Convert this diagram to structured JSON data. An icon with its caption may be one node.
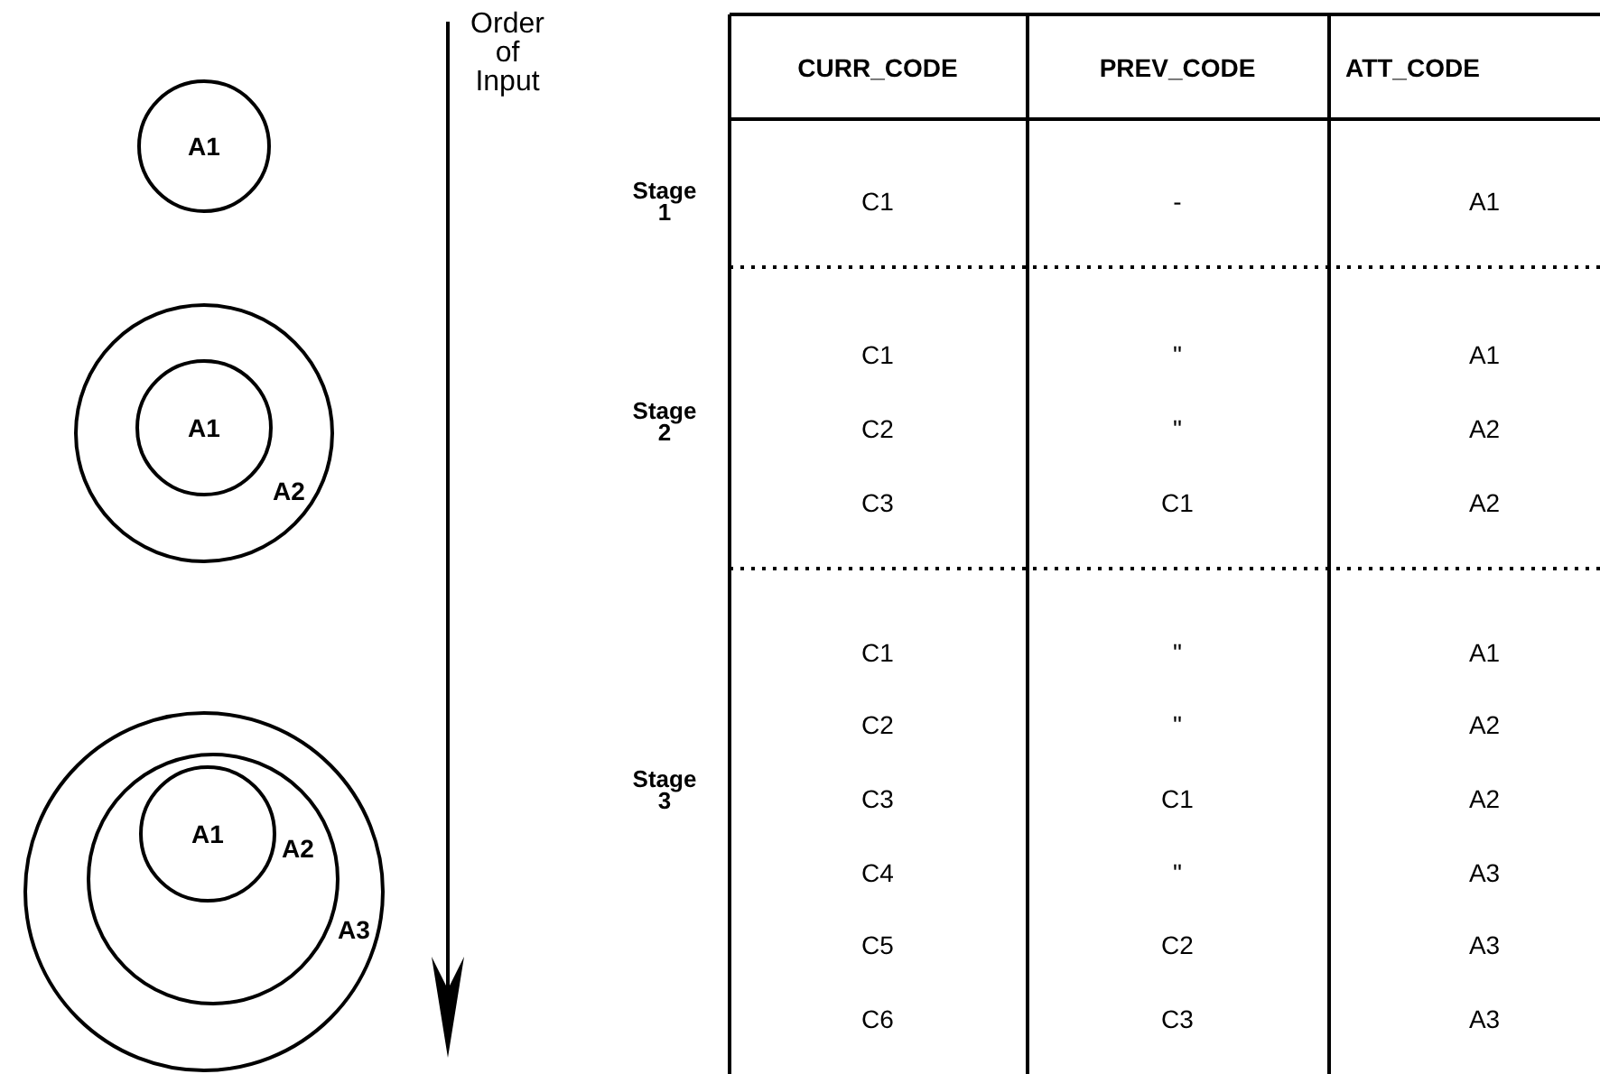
{
  "diagram": {
    "nodes": [
      {
        "text": [
          "A1"
        ]
      },
      {
        "text": [
          "A2"
        ]
      },
      {
        "text": [
          "A1"
        ],
        "in": 1
      },
      {
        "text": [
          "A3"
        ]
      },
      {
        "text": [
          "A2"
        ],
        "in": 3
      },
      {
        "text": [
          "A1"
        ],
        "in": 4
      }
    ],
    "edges": [],
    "labels": [
      "Order of Input",
      "CURR_CODE",
      "PREV_CODE",
      "ATT_CODE",
      "Stage 1",
      "C1",
      "-",
      "A1",
      "Stage 2",
      "C1",
      "\"",
      "A1",
      "C2",
      "\"",
      "A2",
      "C3",
      "C1",
      "A2",
      "Stage 3",
      "C1",
      "\"",
      "A1",
      "C2",
      "\"",
      "A2",
      "C3",
      "C1",
      "A2",
      "C4",
      "\"",
      "A3",
      "C5",
      "C2",
      "A3",
      "C6",
      "C3",
      "A3"
    ]
  }
}
